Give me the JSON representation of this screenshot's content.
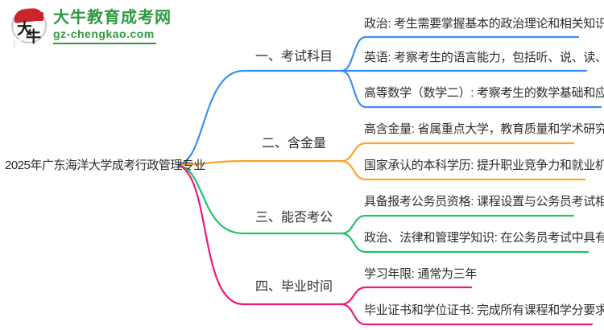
{
  "logo": {
    "badge_char_top": "大",
    "badge_char_bottom": "牛",
    "site_name": "大牛教育成考网",
    "site_domain": "gz-chengkao.com"
  },
  "root": {
    "title": "2025年广东海洋大学成考行政管理专业"
  },
  "branches": [
    {
      "label": "一、考试科目",
      "children": [
        {
          "text": "政治: 考生需要掌握基本的政治理论和相关知识"
        },
        {
          "text": "英语: 考察考生的语言能力，包括听、说、读、写"
        },
        {
          "text": "高等数学（数学二）: 考察考生的数学基础和应用能力"
        }
      ]
    },
    {
      "label": "二、含金量",
      "children": [
        {
          "text": "高含金量: 省属重点大学，教育质量和学术研究良好"
        },
        {
          "text": "国家承认的本科学历: 提升职业竞争力和就业机会"
        }
      ]
    },
    {
      "label": "三、能否考公",
      "children": [
        {
          "text": "具备报考公务员资格: 课程设置与公务员考试相关"
        },
        {
          "text": "政治、法律和管理学知识: 在公务员考试中具有优势"
        }
      ]
    },
    {
      "label": "四、毕业时间",
      "children": [
        {
          "text": "学习年限: 通常为三年"
        },
        {
          "text": "毕业证书和学位证书: 完成所有课程和学分要求后获得"
        }
      ]
    }
  ],
  "colors": {
    "branch1": "#3E8EF0",
    "branch2": "#F7A52B",
    "branch3": "#22C36B",
    "branch4": "#F0187C",
    "logo_green": "#2E9B3E",
    "logo_red": "#C9252B",
    "text": "#2E2E2E"
  }
}
